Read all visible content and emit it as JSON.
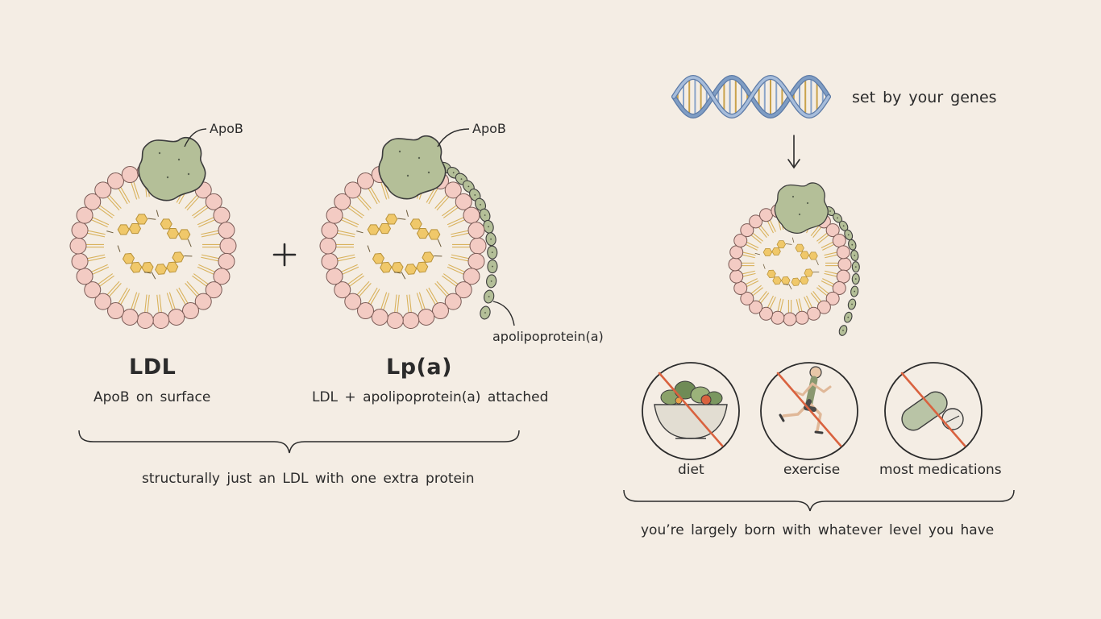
{
  "left": {
    "ldl": {
      "apob_label": "ApoB",
      "title": "LDL",
      "subtitle": "ApoB on surface"
    },
    "plus": "+",
    "lpa": {
      "apob_label": "ApoB",
      "apoa_label": "apolipoprotein(a)",
      "title": "Lp(a)",
      "subtitle": "LDL + apolipoprotein(a) attached"
    },
    "summary": "structurally just an LDL with one extra protein"
  },
  "right": {
    "genes_label": "set by your genes",
    "factors": [
      {
        "label": "diet",
        "icon": "salad-bowl-icon"
      },
      {
        "label": "exercise",
        "icon": "runner-icon"
      },
      {
        "label": "most medications",
        "icon": "pill-icon"
      }
    ],
    "summary": "you’re largely born with whatever level you have"
  },
  "colors": {
    "background": "#f4ede4",
    "phospholipid_head": "#f3cbc3",
    "phospholipid_tail": "#d9b25c",
    "cholesterol": "#f0c86a",
    "apob": "#b4bf98",
    "strike": "#d9623f",
    "dna_blue": "#7f9dc4"
  }
}
